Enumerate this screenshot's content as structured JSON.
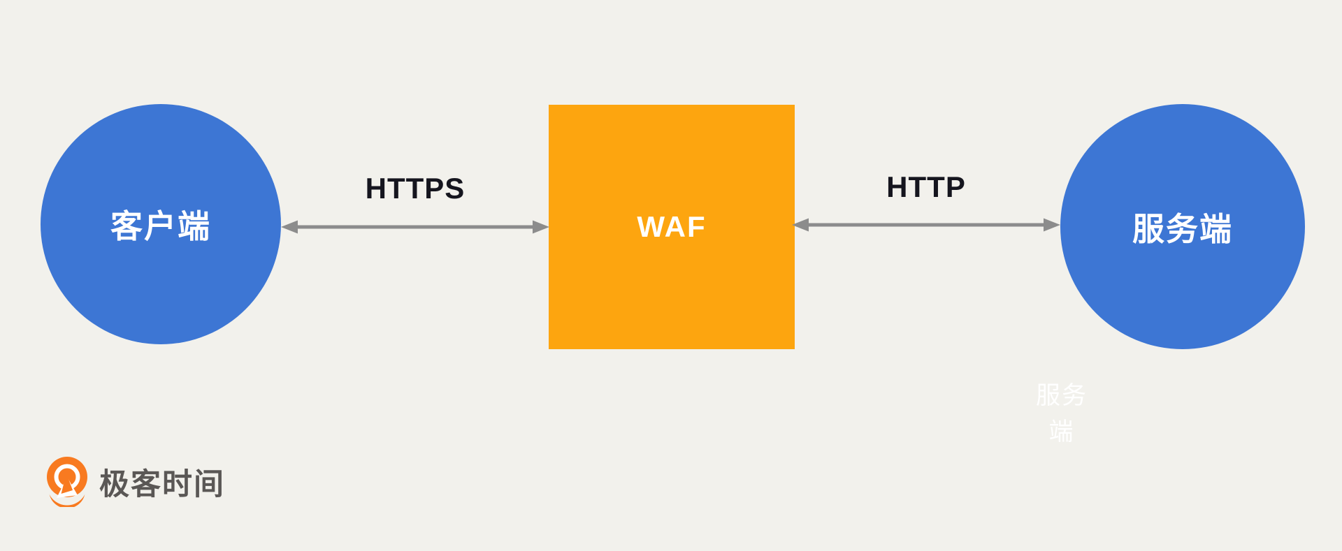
{
  "colors": {
    "bg": "#F2F1EC",
    "node_blue": "#3D76D4",
    "waf_orange": "#FDA50F",
    "arrow_gray": "#8C8C8C",
    "label_dark": "#15151E",
    "logo_orange": "#F87A20",
    "logo_text_gray": "#5A5755"
  },
  "diagram": {
    "nodes": {
      "client": {
        "label": "客户端",
        "shape": "circle"
      },
      "waf": {
        "label": "WAF",
        "shape": "square"
      },
      "server": {
        "label": "服务端",
        "shape": "circle"
      }
    },
    "links": [
      {
        "label": "HTTPS",
        "from": "client",
        "to": "waf",
        "direction": "both"
      },
      {
        "label": "HTTP",
        "from": "waf",
        "to": "server",
        "direction": "both"
      }
    ],
    "ghost_label": {
      "line1": "服务",
      "line2": "端"
    }
  },
  "footer": {
    "logo_text": "极客时间"
  }
}
